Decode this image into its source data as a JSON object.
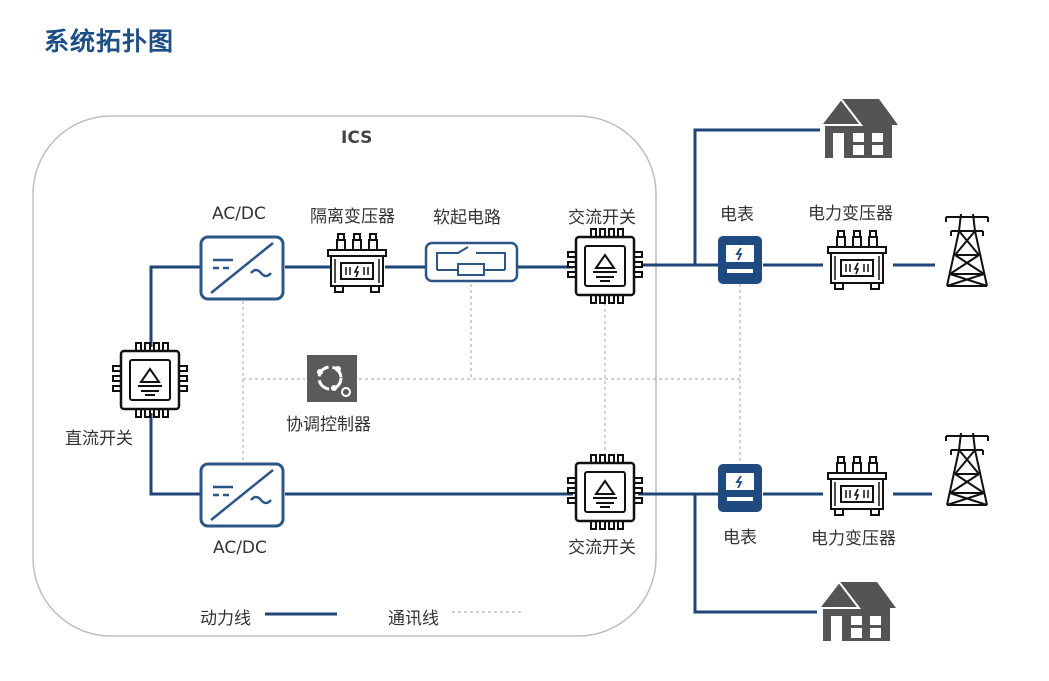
{
  "title": "系统拓扑图",
  "ics_label": "ICS",
  "labels": {
    "acdc_top": "AC/DC",
    "iso_transformer": "隔离变压器",
    "soft_start": "软起电路",
    "ac_switch_top": "交流开关",
    "meter_top": "电表",
    "power_transformer_top": "电力变压器",
    "dc_switch": "直流开关",
    "coordinator": "协调控制器",
    "acdc_bottom": "AC/DC",
    "ac_switch_bottom": "交流开关",
    "meter_bottom": "电表",
    "power_transformer_bottom": "电力变压器"
  },
  "legend": {
    "power_line": "动力线",
    "comm_line": "通讯线"
  },
  "colors": {
    "power_line": "#1d4578",
    "device_blue": "#2c5687",
    "comm_line": "#b5b5b5",
    "house": "#545454",
    "title": "#1d4f86"
  },
  "icons": [
    "acdc-converter-icon",
    "transformer-icon",
    "soft-start-icon",
    "switch-chip-icon",
    "meter-icon",
    "controller-icon",
    "house-icon",
    "pylon-icon"
  ]
}
